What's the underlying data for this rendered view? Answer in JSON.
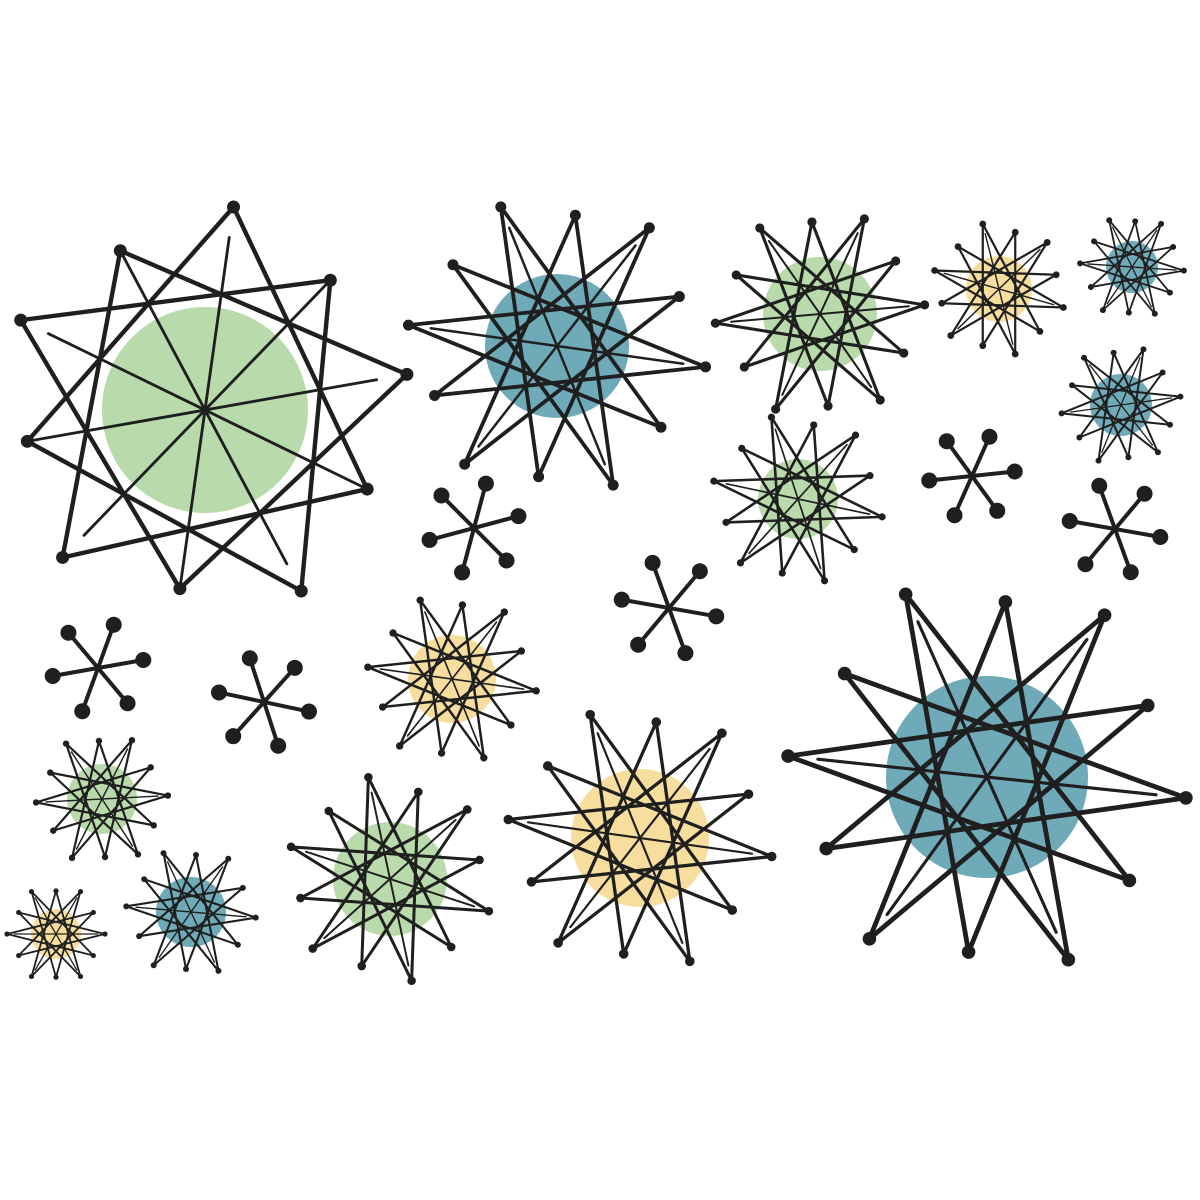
{
  "palette": {
    "background": "#ffffff",
    "ink": "#1f1f1f",
    "green": "#b9dbab",
    "blue": "#6faab8",
    "yellow": "#f7de9e"
  },
  "motifs": [
    {
      "id": "starburst-1",
      "kind": "starburst",
      "fill": "green"
    },
    {
      "id": "starburst-2",
      "kind": "starburst",
      "fill": "blue"
    },
    {
      "id": "starburst-3",
      "kind": "starburst",
      "fill": "green"
    },
    {
      "id": "starburst-4",
      "kind": "starburst",
      "fill": "yellow"
    },
    {
      "id": "starburst-5",
      "kind": "starburst",
      "fill": "blue"
    },
    {
      "id": "starburst-6",
      "kind": "starburst",
      "fill": "green"
    },
    {
      "id": "starburst-7",
      "kind": "starburst",
      "fill": "blue"
    },
    {
      "id": "starburst-8",
      "kind": "starburst",
      "fill": "yellow"
    },
    {
      "id": "starburst-9",
      "kind": "starburst",
      "fill": "yellow"
    },
    {
      "id": "starburst-10",
      "kind": "starburst",
      "fill": "blue"
    },
    {
      "id": "starburst-11",
      "kind": "starburst",
      "fill": "green"
    },
    {
      "id": "starburst-12",
      "kind": "starburst",
      "fill": "green"
    },
    {
      "id": "starburst-13",
      "kind": "starburst",
      "fill": "yellow"
    },
    {
      "id": "starburst-14",
      "kind": "starburst",
      "fill": "blue"
    },
    {
      "id": "jack-1",
      "kind": "jack"
    },
    {
      "id": "jack-2",
      "kind": "jack"
    },
    {
      "id": "jack-3",
      "kind": "jack"
    },
    {
      "id": "jack-4",
      "kind": "jack"
    },
    {
      "id": "jack-5",
      "kind": "jack"
    },
    {
      "id": "jack-6",
      "kind": "jack"
    },
    {
      "id": "jack-7",
      "kind": "jack"
    }
  ]
}
